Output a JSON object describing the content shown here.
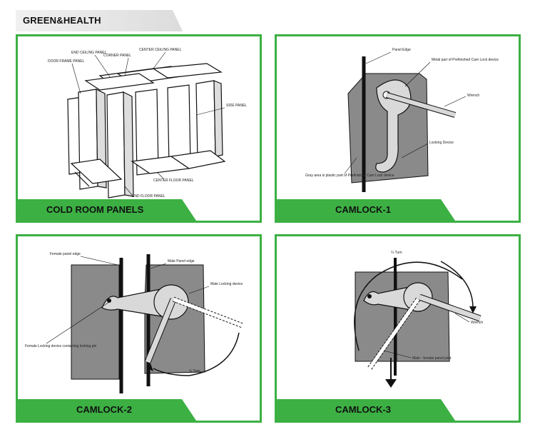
{
  "header": {
    "title": "GREEN&HEALTH"
  },
  "colors": {
    "accent": "#3cb043",
    "panel_fill": "#8a8a8a",
    "border": "#3cb043"
  },
  "panels": [
    {
      "caption": "COLD ROOM PANELS",
      "labels": [
        "CENTER CEILING PANEL",
        "END CEILING PANEL",
        "CORNER PANEL",
        "DOOR FRAME PANEL",
        "SIDE PANEL",
        "CENTER FLOOR PANEL",
        "END FLOOR PANEL"
      ]
    },
    {
      "caption": "CAMLOCK-1",
      "labels": [
        "Panel Edge",
        "Metal part of Prefinished Cam Lock device",
        "Wrench",
        "Locking Device",
        "Gray area is plastic part of Prefinished Cam Lock device"
      ]
    },
    {
      "caption": "CAMLOCK-2",
      "labels": [
        "Female panel edge",
        "Male Panel edge",
        "Male Locking device",
        "Female Locking device containing locking pin",
        "¼ Turn"
      ]
    },
    {
      "caption": "CAMLOCK-3",
      "labels": [
        "¼ Turn",
        "Wrench",
        "Male - female panel joint"
      ]
    }
  ]
}
